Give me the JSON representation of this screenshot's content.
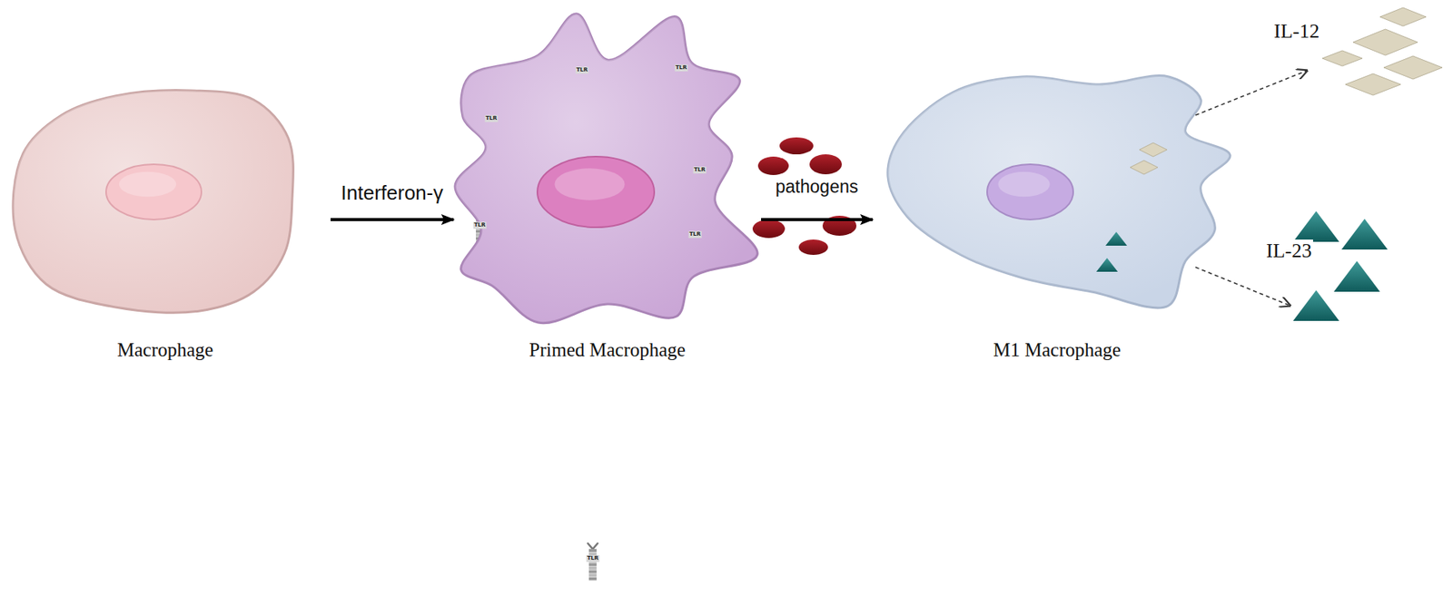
{
  "diagram": {
    "nodes": [
      {
        "text": [
          "Macrophage"
        ]
      },
      {
        "text": [
          "Primed Macrophage"
        ]
      },
      {
        "text": [
          "M1 Macrophage"
        ]
      }
    ],
    "edges": [
      {
        "from": 0,
        "to": 1,
        "arrow": "to",
        "label": "Interferon-γ"
      },
      {
        "from": 1,
        "to": 2,
        "arrow": "to",
        "label": "pathogens"
      }
    ],
    "labels": [
      "IL-12",
      "IL-23",
      "TLR",
      "TLR",
      "TLR",
      "TLR",
      "TLR",
      "TLR",
      "TLR"
    ]
  }
}
